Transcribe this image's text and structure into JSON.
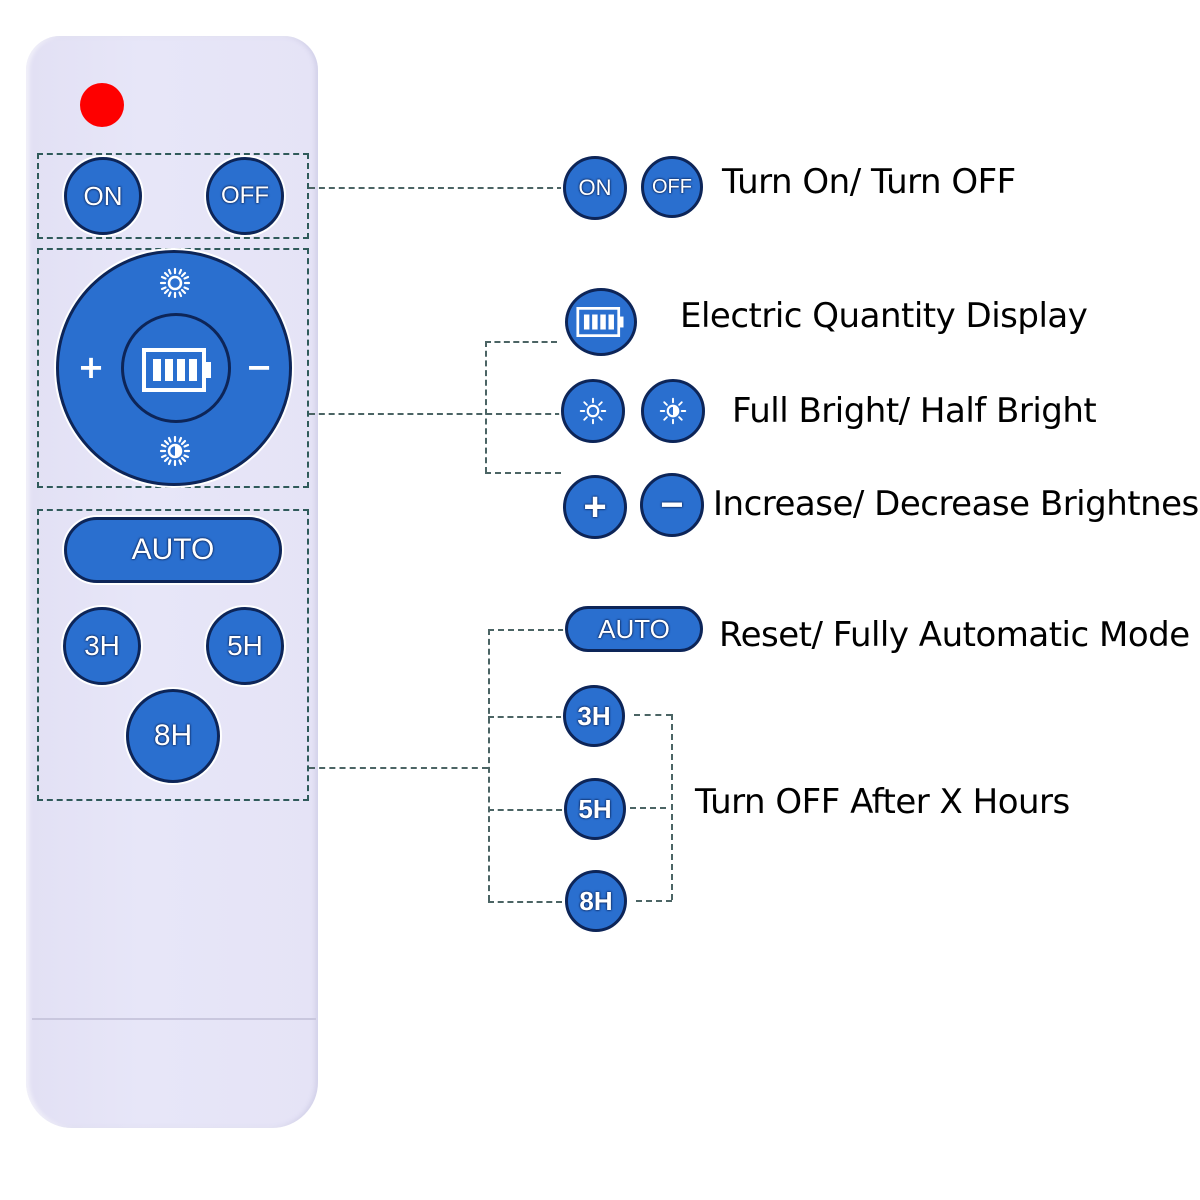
{
  "remote": {
    "buttons": {
      "on": "ON",
      "off": "OFF",
      "plus": "+",
      "minus": "−",
      "auto": "AUTO",
      "h3": "3H",
      "h5": "5H",
      "h8": "8H"
    },
    "icons": {
      "ir_led": "ir-led",
      "battery": "battery-icon",
      "full_bright": "sun-icon",
      "half_bright": "half-sun-icon"
    }
  },
  "legend": {
    "power": {
      "buttons": [
        "ON",
        "OFF"
      ],
      "label": "Turn On/ Turn OFF"
    },
    "battery": {
      "label": "Electric Quantity Display"
    },
    "brightness_mode": {
      "label": "Full Bright/ Half Bright"
    },
    "brightness_adjust": {
      "buttons": [
        "+",
        "−"
      ],
      "label": "Increase/ Decrease Brightness"
    },
    "auto": {
      "button": "AUTO",
      "label": "Reset/ Fully Automatic Mode"
    },
    "timer": {
      "buttons": [
        "3H",
        "5H",
        "8H"
      ],
      "label": "Turn OFF After X Hours"
    }
  },
  "colors": {
    "button_blue": "#2a6fcf",
    "button_outline": "#0d2558",
    "led_red": "#fe0000",
    "remote_body": "#e5e3f6",
    "dashed_line": "#2f5a5a"
  }
}
